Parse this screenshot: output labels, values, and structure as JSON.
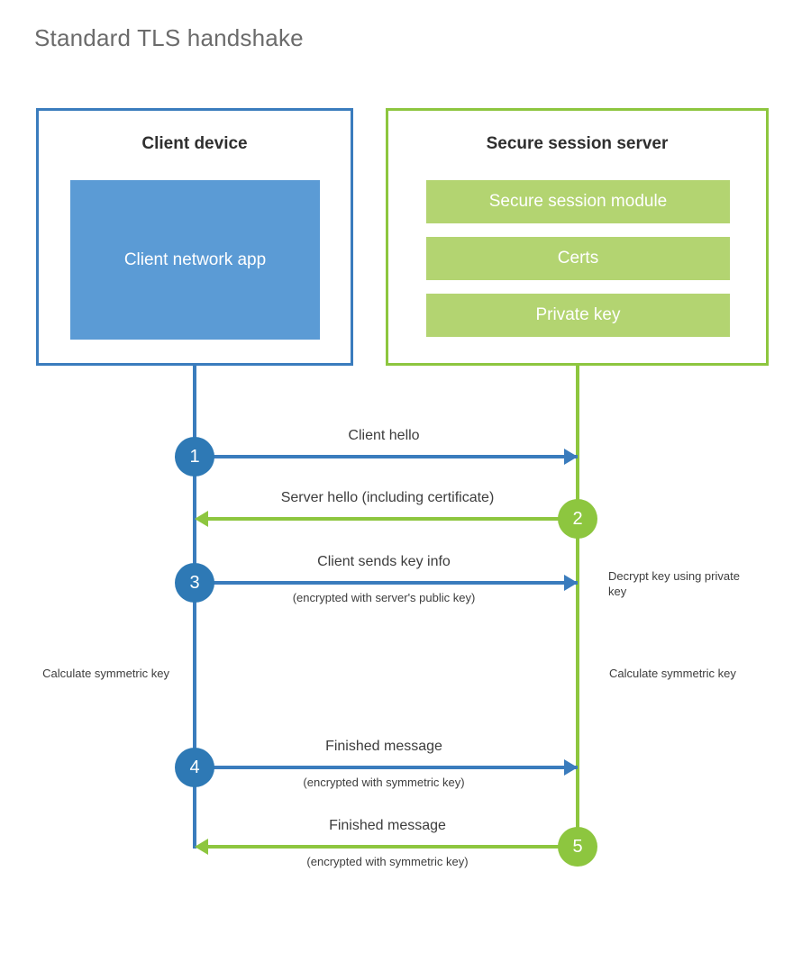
{
  "title": "Standard TLS handshake",
  "colors": {
    "client_blue": "#3a7cbd",
    "client_app_fill": "#5b9bd5",
    "step_blue": "#2e79b5",
    "server_green": "#8dc63f",
    "server_bar_fill": "#b3d471",
    "text_dark": "#3d3d3d",
    "title_gray": "#6b6b6b"
  },
  "client": {
    "title": "Client device",
    "app_label": "Client network app"
  },
  "server": {
    "title": "Secure session server",
    "components": [
      "Secure session module",
      "Certs",
      "Private key"
    ]
  },
  "messages": [
    {
      "step": "1",
      "label": "Client hello",
      "sublabel": "",
      "direction": "right",
      "color": "blue"
    },
    {
      "step": "2",
      "label": "Server hello (including certificate)",
      "sublabel": "",
      "direction": "left",
      "color": "green"
    },
    {
      "step": "3",
      "label": "Client sends key info",
      "sublabel": "(encrypted with server's public key)",
      "direction": "right",
      "color": "blue"
    },
    {
      "step": "4",
      "label": "Finished message",
      "sublabel": "(encrypted with symmetric key)",
      "direction": "right",
      "color": "blue"
    },
    {
      "step": "5",
      "label": "Finished message",
      "sublabel": "(encrypted with symmetric key)",
      "direction": "left",
      "color": "green"
    }
  ],
  "annotations": {
    "decrypt_key": "Decrypt key using private key",
    "calculate_symmetric_key_client": "Calculate symmetric key",
    "calculate_symmetric_key_server": "Calculate symmetric key"
  }
}
